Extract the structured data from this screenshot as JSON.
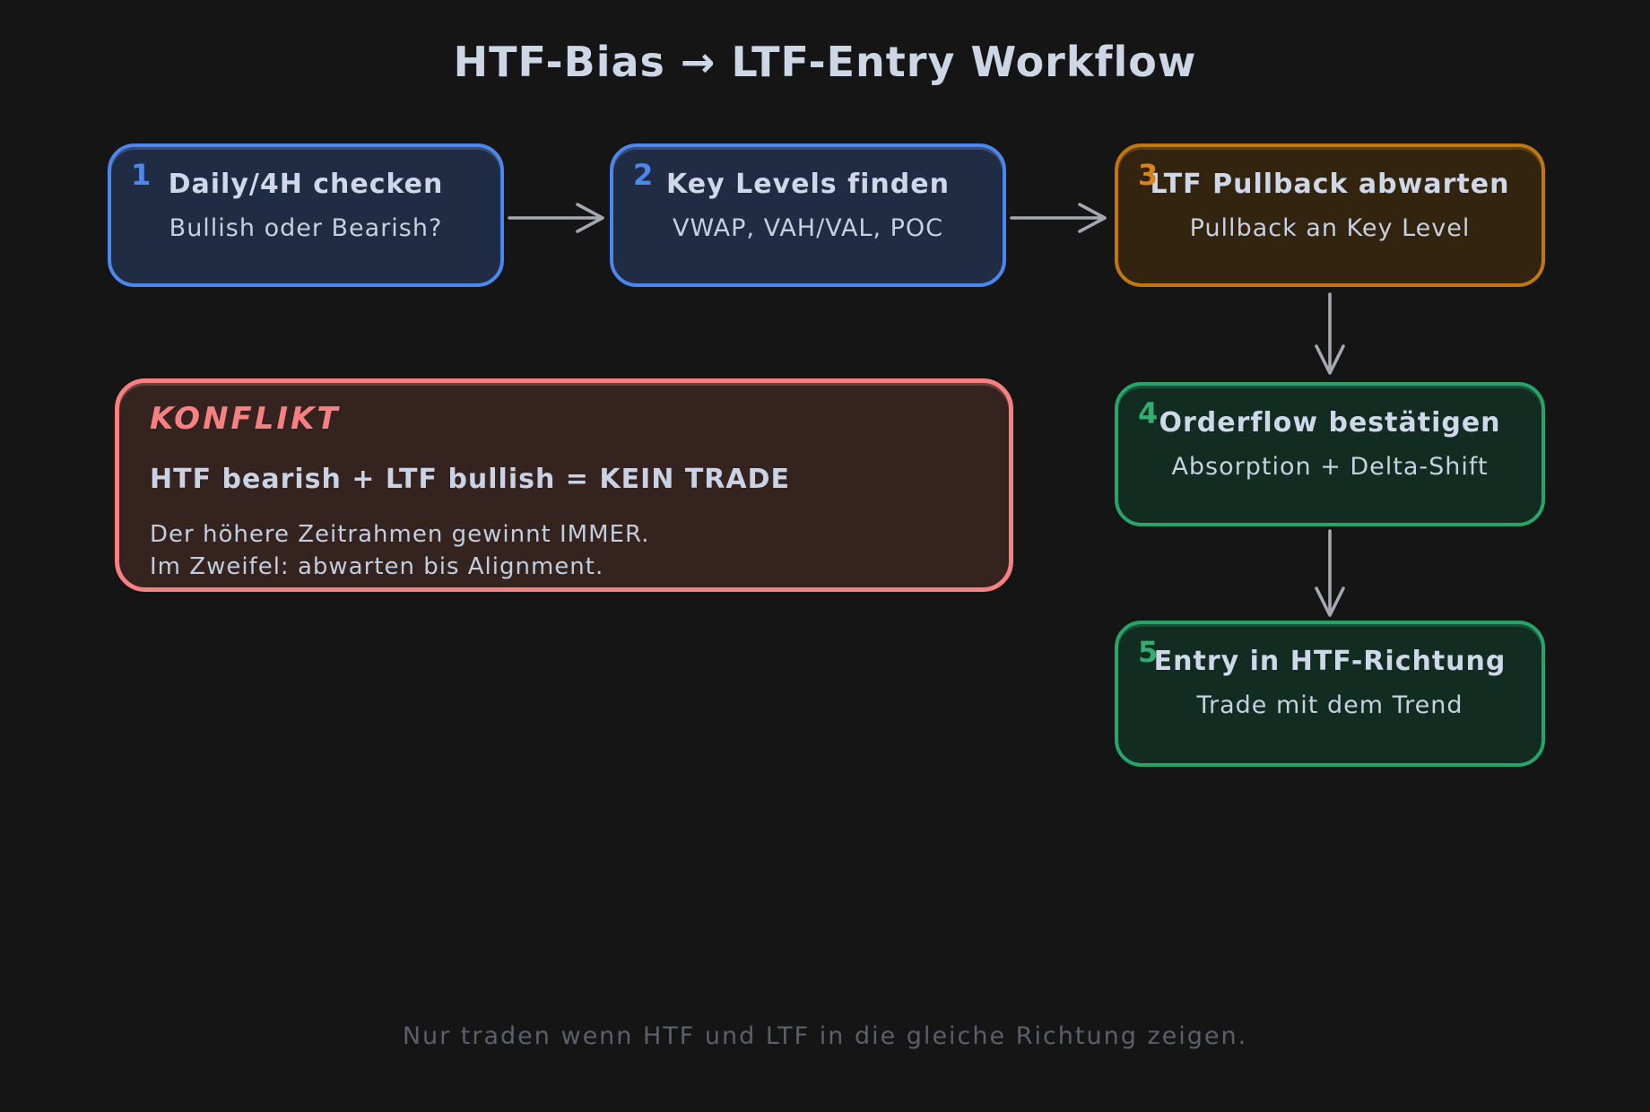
{
  "title": "HTF-Bias → LTF-Entry Workflow",
  "steps": [
    {
      "number": "1",
      "title": "Daily/4H checken",
      "subtitle": "Bullish oder Bearish?",
      "accent": "#4a87ee",
      "fill": "#202c44"
    },
    {
      "number": "2",
      "title": "Key Levels finden",
      "subtitle": "VWAP, VAH/VAL, POC",
      "accent": "#4a87ee",
      "fill": "#202c44"
    },
    {
      "number": "3",
      "title": "LTF Pullback abwarten",
      "subtitle": "Pullback an Key Level",
      "accent": "#c1760f",
      "fill": "#332410"
    },
    {
      "number": "4",
      "title": "Orderflow bestätigen",
      "subtitle": "Absorption + Delta-Shift",
      "accent": "#27a468",
      "fill": "#132c21"
    },
    {
      "number": "5",
      "title": "Entry in HTF-Richtung",
      "subtitle": "Trade mit dem Trend",
      "accent": "#27a468",
      "fill": "#132c21"
    }
  ],
  "conflict": {
    "heading": "KONFLIKT",
    "rule": "HTF bearish + LTF bullish = KEIN TRADE",
    "note_line1": "Der höhere Zeitrahmen gewinnt IMMER.",
    "note_line2": "Im Zweifel: abwarten bis Alignment.",
    "accent": "#f98080",
    "fill": "#352320"
  },
  "footer": "Nur traden wenn HTF und LTF in die gleiche Richtung zeigen.",
  "colors": {
    "background": "#151515",
    "title_text": "#cdd6e4",
    "box_text": "#ced8e8",
    "arrow": "#a3a9b2",
    "footer_text": "#5a6069"
  }
}
